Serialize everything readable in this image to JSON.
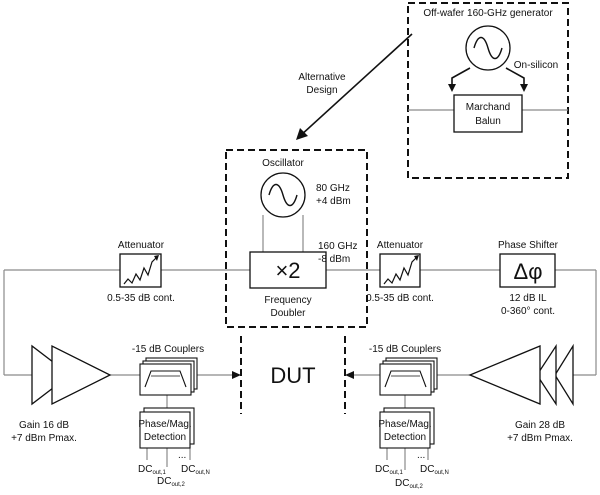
{
  "generator": {
    "title": "Off-wafer 160-GHz generator",
    "on_silicon": "On-silicon",
    "balun_line1": "Marchand",
    "balun_line2": "Balun"
  },
  "alternative_design": {
    "line1": "Alternative",
    "line2": "Design"
  },
  "oscillator": {
    "label": "Oscillator",
    "freq": "80 GHz",
    "power": "+4 dBm"
  },
  "doubler": {
    "symbol": "×2",
    "label_line1": "Frequency",
    "label_line2": "Doubler",
    "out_freq": "160 GHz",
    "out_power": "-8 dBm"
  },
  "attenuator_left": {
    "title": "Attenuator",
    "range": "0.5-35 dB cont."
  },
  "attenuator_right": {
    "title": "Attenuator",
    "range": "0.5-35 dB cont."
  },
  "phase_shifter": {
    "title": "Phase Shifter",
    "symbol": "Δφ",
    "il": "12 dB IL",
    "range": "0-360° cont."
  },
  "dut": "DUT",
  "left_amp": {
    "gain": "Gain 16 dB",
    "pmax": "+7 dBm Pmax."
  },
  "right_amp": {
    "gain": "Gain 28 dB",
    "pmax": "+7 dBm Pmax."
  },
  "coupler_left": {
    "title": "-15 dB Couplers",
    "det_line1": "Phase/Mag.",
    "det_line2": "Detection",
    "dc": "DC",
    "sub1": "out,1",
    "sub2": "out,2",
    "subN": "out,N",
    "dots": "..."
  },
  "coupler_right": {
    "title": "-15 dB Couplers",
    "det_line1": "Phase/Mag.",
    "det_line2": "Detection",
    "dc": "DC",
    "sub1": "out,1",
    "sub2": "out,2",
    "subN": "out,N",
    "dots": "..."
  }
}
